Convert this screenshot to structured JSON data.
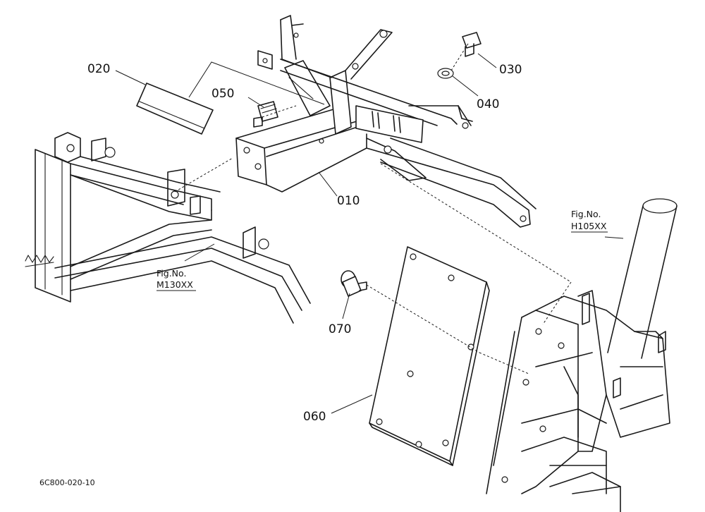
{
  "callouts": {
    "p010": "010",
    "p020": "020",
    "p030": "030",
    "p040": "040",
    "p050": "050",
    "p060": "060",
    "p070": "070"
  },
  "figure_refs": {
    "m130": {
      "line1": "Fig.No.",
      "line2": "M130XX"
    },
    "h105": {
      "line1": "Fig.No.",
      "line2": "H105XX"
    }
  },
  "drawing_code": "6C800-020-10",
  "colors": {
    "ink": "#1a1a1a",
    "paper": "#ffffff"
  }
}
